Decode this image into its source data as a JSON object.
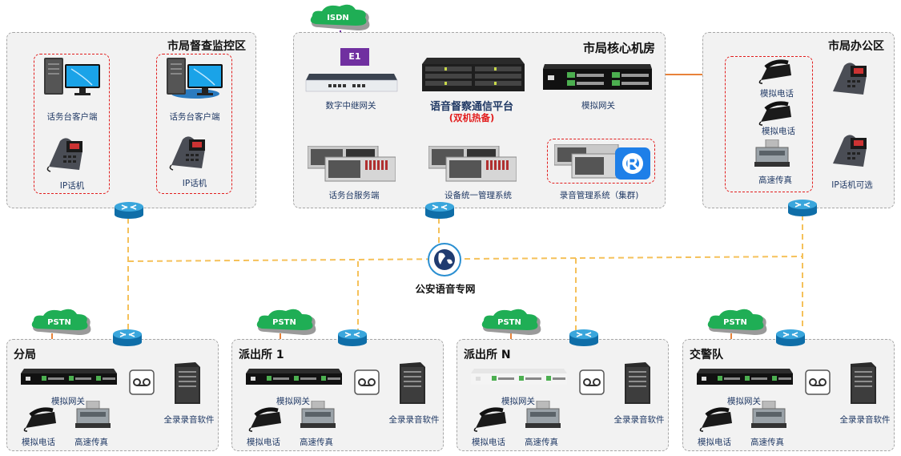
{
  "zones": {
    "supervision": {
      "title": "市局督查监控区",
      "groups": [
        {
          "client": "话务台客户端",
          "phone": "IP话机"
        },
        {
          "client": "话务台客户端",
          "phone": "IP话机"
        }
      ]
    },
    "core": {
      "title": "市局核心机房",
      "isdn": "ISDN",
      "e1": "E1",
      "digital_gateway": "数字中继网关",
      "platform": "语音督察通信平台",
      "platform_note": "(双机热备)",
      "analog_gateway": "模拟网关",
      "console_server": "话务台服务端",
      "device_mgmt": "设备统一管理系统",
      "recording_mgmt": "录音管理系统（集群)"
    },
    "office": {
      "title": "市局办公区",
      "analog_phone_1": "模拟电话",
      "analog_phone_2": "模拟电话",
      "fax": "高速传真",
      "ip_phone_optional": "IP话机可选"
    }
  },
  "network": {
    "label": "公安语音专网"
  },
  "branches": [
    {
      "title": "分局",
      "pstn": "PSTN",
      "gateway": "模拟网关",
      "phone": "模拟电话",
      "fax": "高速传真",
      "recorder": "全录录音软件"
    },
    {
      "title": "派出所 1",
      "pstn": "PSTN",
      "gateway": "模拟网关",
      "phone": "模拟电话",
      "fax": "高速传真",
      "recorder": "全录录音软件"
    },
    {
      "title": "派出所 N",
      "pstn": "PSTN",
      "gateway": "模拟网关",
      "phone": "模拟电话",
      "fax": "高速传真",
      "recorder": "全录录音软件"
    },
    {
      "title": "交警队",
      "pstn": "PSTN",
      "gateway": "模拟网关",
      "phone": "模拟电话",
      "fax": "高速传真",
      "recorder": "全录录音软件"
    }
  ],
  "colors": {
    "network_line": "#f5c15a",
    "orange_line": "#e8823a",
    "isdn_line": "#7030a0",
    "redbox": "#e21c1c",
    "label": "#1f3864",
    "green": "#22b04a"
  }
}
